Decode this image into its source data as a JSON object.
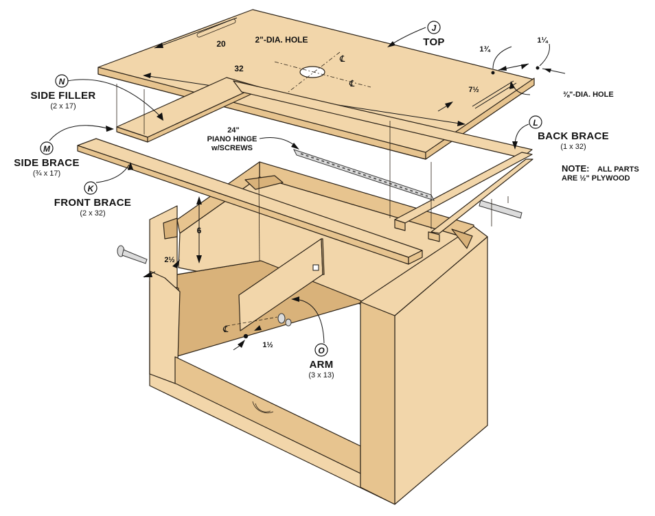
{
  "parts": {
    "top": {
      "letter": "J",
      "name": "TOP"
    },
    "back_brace": {
      "letter": "L",
      "name": "BACK BRACE",
      "size": "(1 x 32)"
    },
    "side_filler": {
      "letter": "N",
      "name": "SIDE FILLER",
      "size": "(2 x 17)"
    },
    "side_brace": {
      "letter": "M",
      "name": "SIDE BRACE",
      "size": "(¾ x 17)"
    },
    "front_brace": {
      "letter": "K",
      "name": "FRONT BRACE",
      "size": "(2 x 32)"
    },
    "arm": {
      "letter": "O",
      "name": "ARM",
      "size": "(3 x 13)"
    }
  },
  "callouts": {
    "hole": "2\"-DIA. HOLE",
    "small_hole": "⅜\"-DIA. HOLE",
    "hinge_line1": "24\"",
    "hinge_line2": "PIANO HINGE",
    "hinge_line3": "w/SCREWS",
    "centerline": "℄"
  },
  "dimensions": {
    "top_depth": "20",
    "top_width": "32",
    "slot_offset": "1¾",
    "slot_edge": "1¼",
    "slot_length": "7½",
    "arm_height": "6",
    "arm_offset": "2½",
    "arm_pivot": "1½"
  },
  "note": {
    "label": "NOTE:",
    "line1": "ALL PARTS",
    "line2": "ARE ½\" PLYWOOD"
  }
}
